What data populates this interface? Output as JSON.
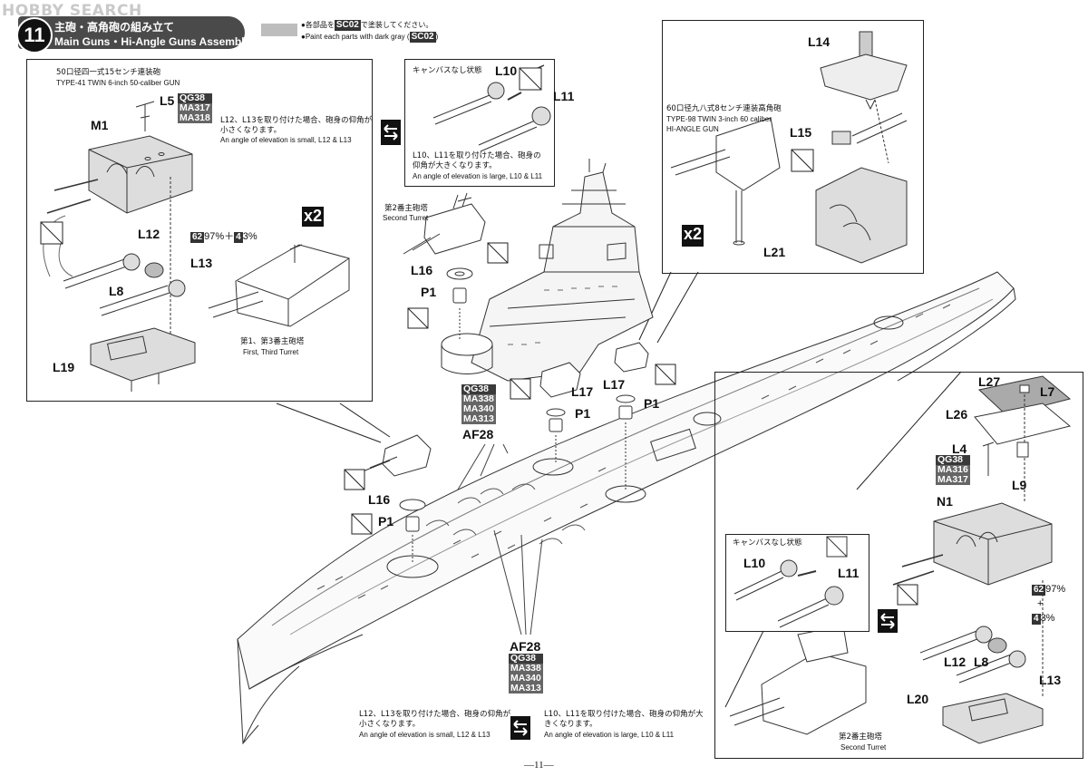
{
  "watermark": "HOBBY SEARCH",
  "step": {
    "number": "11",
    "title_ja": "主砲・高角砲の組み立て",
    "title_en": "Main Guns・Hi-Angle Guns Assembly"
  },
  "paint_note": {
    "ja_prefix": "●各部品を",
    "ja_code": "SC02",
    "ja_suffix": "で塗装してください。",
    "en_prefix": "●Paint each parts with dark gray (",
    "en_code": "SC02",
    "en_suffix": ")"
  },
  "box_main_gun": {
    "title_ja": "50口径四一式15センチ連装砲",
    "title_en": "TYPE-41 TWIN 6-inch 50-caliber GUN",
    "parts": {
      "l5": "L5",
      "m1": "M1",
      "l12": "L12",
      "l13": "L13",
      "l8": "L8",
      "l19": "L19"
    },
    "codes": [
      "QG38",
      "MA317",
      "MA318"
    ],
    "note_ja": "L12、L13を取り付けた場合、砲身の仰角が小さくなります。",
    "note_en": "An angle of elevation is small, L12 & L13",
    "mix": {
      "a_code": "62",
      "a_pct": "97%",
      "plus": "＋",
      "b_code": "4",
      "b_pct": "3%"
    },
    "multiplier": "x2",
    "turret_label_ja": "第1、第3番主砲塔",
    "turret_label_en": "First, Third Turret"
  },
  "box_canvas_top": {
    "label_ja": "キャンバスなし状態",
    "parts": {
      "l10": "L10",
      "l11": "L11"
    },
    "note_ja": "L10、L11を取り付けた場合、砲身の仰角が大きくなります。",
    "note_en": "An angle of elevation is large, L10 & L11"
  },
  "box_ha_gun": {
    "title_ja": "60口径九八式8センチ連装高角砲",
    "title_en_1": "TYPE-98 TWIN 3-inch 60 caliber",
    "title_en_2": "HI-ANGLE GUN",
    "parts": {
      "l14": "L14",
      "l15": "L15",
      "l21": "L21"
    },
    "multiplier": "x2"
  },
  "center": {
    "second_turret_ja": "第2番主砲塔",
    "second_turret_en": "Second Turret",
    "parts": {
      "l16a": "L16",
      "p1a": "P1",
      "l17a": "L17",
      "p1b": "P1",
      "l17b": "L17",
      "p1c": "P1",
      "af28a": "AF28",
      "l16b": "L16",
      "p1d": "P1",
      "af28b": "AF28"
    },
    "codes_a": [
      "QG38",
      "MA338",
      "MA340",
      "MA313"
    ],
    "codes_b": [
      "QG38",
      "MA338",
      "MA340",
      "MA313"
    ]
  },
  "box_second_turret": {
    "parts": {
      "l27": "L27",
      "l7": "L7",
      "l26": "L26",
      "l4": "L4",
      "l9": "L9",
      "n1": "N1",
      "l12": "L12",
      "l8": "L8",
      "l13": "L13",
      "l20": "L20"
    },
    "codes": [
      "QG38",
      "MA316",
      "MA317"
    ],
    "mix": {
      "a_code": "62",
      "a_pct": "97%",
      "plus": "+",
      "b_code": "4",
      "b_pct": "3%"
    },
    "turret_label_ja": "第2番主砲塔",
    "turret_label_en": "Second Turret"
  },
  "box_canvas_bottom": {
    "label_ja": "キャンバスなし状態",
    "parts": {
      "l10": "L10",
      "l11": "L11"
    }
  },
  "bottom_notes": {
    "left_ja": "L12、L13を取り付けた場合、砲身の仰角が小さくなります。",
    "left_en": "An angle of elevation is small, L12 & L13",
    "right_ja": "L10、L11を取り付けた場合、砲身の仰角が大きくなります。",
    "right_en": "An angle of elevation is large, L10 & L11"
  },
  "page_number": "—11—"
}
